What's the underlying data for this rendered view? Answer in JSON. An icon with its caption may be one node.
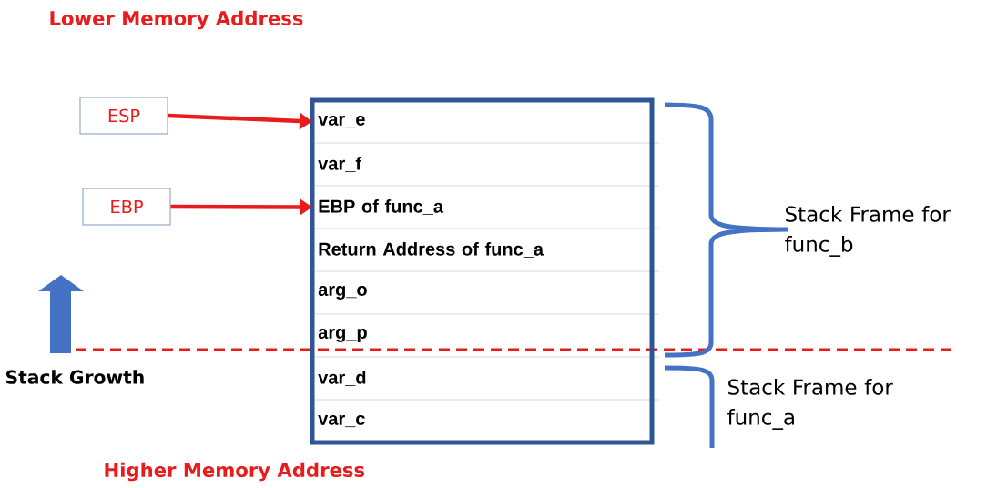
{
  "diagram": {
    "nodes": [
      {
        "text": [
          "ESP"
        ]
      },
      {
        "text": [
          "EBP"
        ]
      },
      {
        "text": [],
        "shape": "box"
      },
      {
        "text": [
          "var_e"
        ],
        "in": 2
      },
      {
        "text": [
          "var_f"
        ],
        "in": 2
      },
      {
        "text": [
          "EBP of func_a"
        ],
        "in": 2
      },
      {
        "text": [
          "Return Address of func_a"
        ],
        "in": 2
      },
      {
        "text": [
          "arg_o"
        ],
        "in": 2
      },
      {
        "text": [
          "arg_p"
        ],
        "in": 2
      },
      {
        "text": [
          "var_d"
        ],
        "in": 2
      },
      {
        "text": [
          "var_c"
        ],
        "in": 2
      }
    ],
    "edges": [
      {
        "from": 0,
        "to": 3,
        "arrow": "to"
      },
      {
        "from": 1,
        "to": 5,
        "arrow": "to"
      }
    ],
    "labels": [
      "Lower Memory Address",
      "Stack Frame for func_b",
      "Stack Growth",
      "Stack Frame for func_a",
      "Higher Memory Address"
    ]
  }
}
